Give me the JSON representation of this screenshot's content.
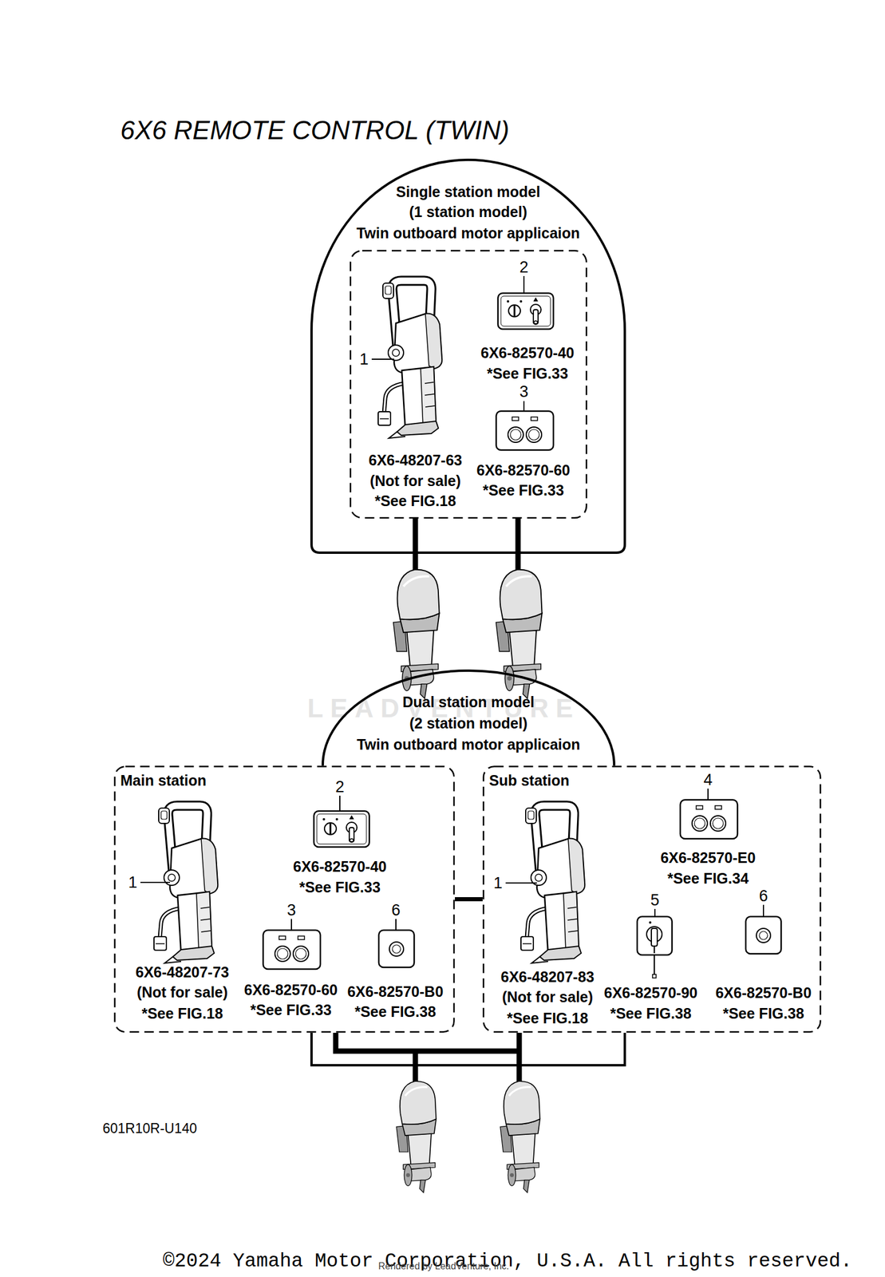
{
  "diagram": {
    "title": "6X6 REMOTE CONTROL (TWIN)",
    "nodes": [
      {
        "text": [
          "Single station model",
          "(1 station model)",
          "Twin outboard motor applicaion"
        ]
      },
      {
        "text": [
          "Dual station model",
          "(2 station model)",
          "Twin outboard motor applicaion"
        ]
      },
      {
        "text": [
          "Main station"
        ]
      },
      {
        "text": [
          "Sub station"
        ]
      }
    ],
    "edges": [
      {
        "from": 2,
        "to": 3,
        "arrow": "none"
      }
    ],
    "labels": [
      "1",
      "2",
      "6X6-82570-40",
      "*See FIG.33",
      "3",
      "6X6-48207-63",
      "(Not for sale)",
      "*See FIG.18",
      "6X6-82570-60",
      "*See FIG.33",
      "LEADVENTURE",
      "2",
      "6X6-82570-40",
      "*See FIG.33",
      "1",
      "3",
      "6",
      "6X6-48207-73",
      "(Not for sale)",
      "*See FIG.18",
      "6X6-82570-60",
      "*See FIG.33",
      "6X6-82570-B0",
      "*See FIG.38",
      "4",
      "6X6-82570-E0",
      "*See FIG.34",
      "1",
      "5",
      "6",
      "6X6-48207-83",
      "(Not for sale)",
      "*See FIG.18",
      "6X6-82570-90",
      "*See FIG.38",
      "6X6-82570-B0",
      "*See FIG.38",
      "601R10R-U140",
      "©2024 Yamaha Motor Corporation, U.S.A. All rights reserved.",
      "Rendered by LeadVenture, Inc."
    ]
  }
}
